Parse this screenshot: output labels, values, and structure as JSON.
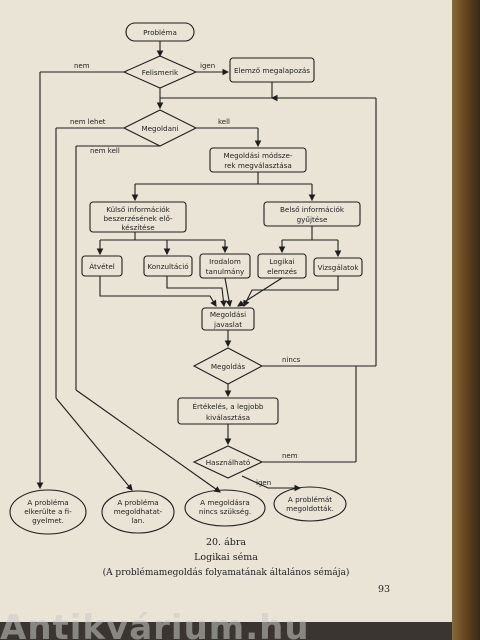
{
  "flowchart": {
    "start": "Probléma",
    "recognize": "Felismerik",
    "recognize_no": "nem",
    "recognize_yes": "igen",
    "analyze": "Elemző megalapozás",
    "solve": "Megoldani",
    "solve_cannot": "nem lehet",
    "solve_no_need": "nem kell",
    "solve_must": "kell",
    "method_choice": [
      "Megoldási módsze-",
      "rek megválasztása"
    ],
    "external_info": [
      "Külső információk",
      "beszerzésének elő-",
      "készítése"
    ],
    "internal_info": [
      "Belső információk",
      "gyűjtése"
    ],
    "exchange": "Átvétel",
    "consultation": "Konzultáció",
    "literature": [
      "Irodalom",
      "tanulmány"
    ],
    "logical_eval": [
      "Logikai",
      "elemzés"
    ],
    "studies": "Vizsgálatok",
    "proposal": [
      "Megoldási",
      "javaslat"
    ],
    "decision": "Megoldás",
    "decision_none": "nincs",
    "evaluation": [
      "Értékelés, a legjobb",
      "kiválasztása"
    ],
    "usable": "Használható",
    "usable_no": "nem",
    "usable_yes": "igen",
    "end_avoided": [
      "A probléma",
      "elkerülte a fi-",
      "gyelmet."
    ],
    "end_unsolvable": [
      "A probléma",
      "megoldhatat-",
      "lan."
    ],
    "end_not_needed": [
      "A megoldásra",
      "nincs szükség."
    ],
    "end_solved": [
      "A problémát",
      "megoldották."
    ]
  },
  "caption": {
    "figure_number": "20. ábra",
    "figure_title": "Logikai séma",
    "figure_subtitle": "(A problémamegoldás folyamatának általános sémája)"
  },
  "page_number": "93",
  "watermark": "Antikvárium.hu"
}
